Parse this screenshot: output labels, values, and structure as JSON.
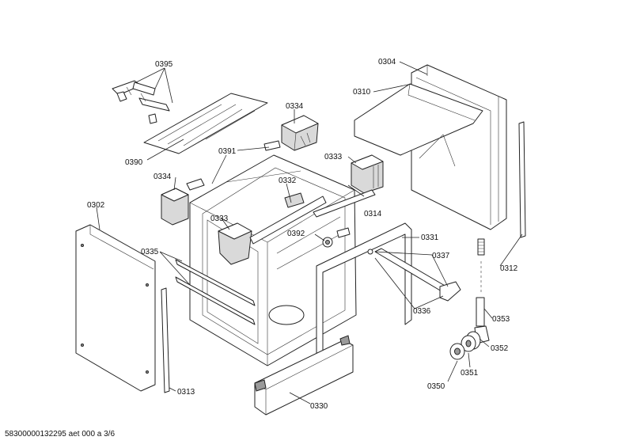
{
  "labels": {
    "l0395": "0395",
    "l0304": "0304",
    "l0310": "0310",
    "l0334a": "0334",
    "l0391": "0391",
    "l0390": "0390",
    "l0333a": "0333",
    "l0334b": "0334",
    "l0332": "0332",
    "l0302": "0302",
    "l0314": "0314",
    "l0333b": "0333",
    "l0392": "0392",
    "l0331": "0331",
    "l0335": "0335",
    "l0337": "0337",
    "l0312": "0312",
    "l0336": "0336",
    "l0353": "0353",
    "l0352": "0352",
    "l0351": "0351",
    "l0350": "0350",
    "l0313": "0313",
    "l0330": "0330"
  },
  "footer": "58300000132295 aet 000 a 3/6"
}
